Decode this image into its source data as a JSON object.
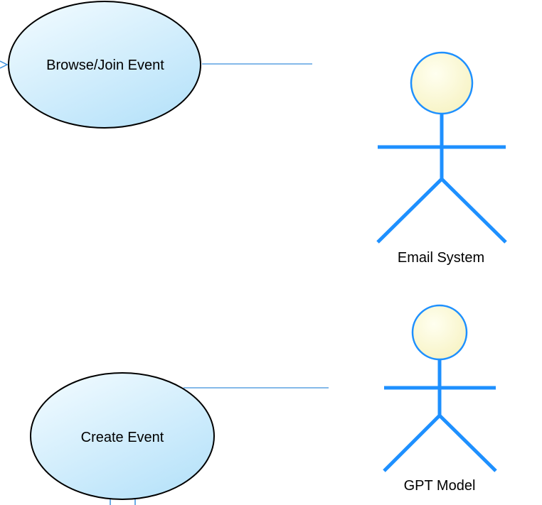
{
  "diagram": {
    "colors": {
      "line": "#1e90ff",
      "connector": "#3b8fdc",
      "ellipse_stroke": "#000000",
      "ellipse_fill_top": "#f2fbff",
      "ellipse_fill_bottom": "#bfe6fb",
      "head_fill": "#fffdd6",
      "background": "#ffffff"
    },
    "use_cases": [
      {
        "label": "Browse/Join Event"
      },
      {
        "label": "Create Event"
      }
    ],
    "actors": [
      {
        "label": "Email System",
        "icon": "stick-figure-icon"
      },
      {
        "label": "GPT Model",
        "icon": "stick-figure-icon"
      }
    ]
  }
}
